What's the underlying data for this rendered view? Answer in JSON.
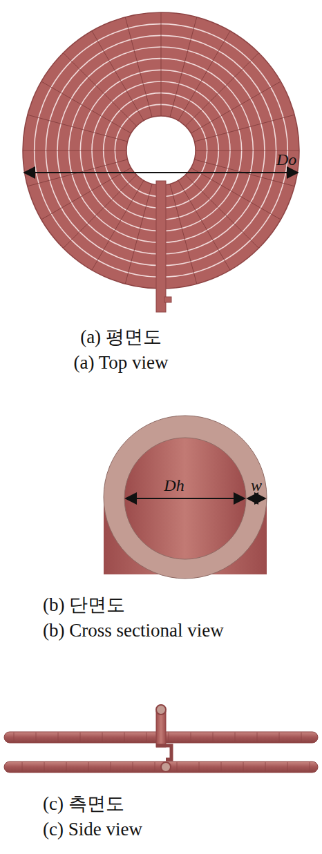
{
  "diagram": {
    "labels": [
      "Do",
      "(a) 평면도",
      "(a) Top view",
      "Dh",
      "w",
      "(b) 단면도",
      "(b) Cross sectional view",
      "(c) 측면도",
      "(c) Side view"
    ]
  }
}
